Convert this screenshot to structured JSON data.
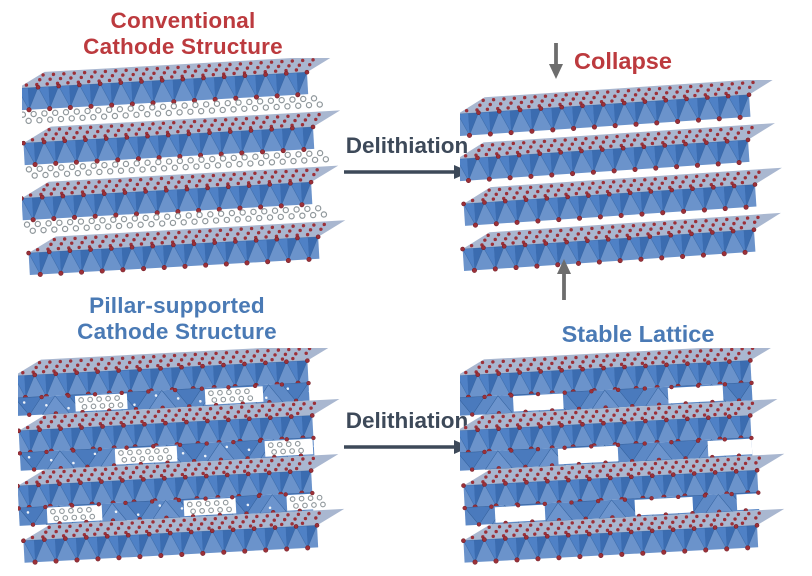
{
  "figure": {
    "top_left": {
      "title": [
        "Conventional",
        "Cathode Structure"
      ]
    },
    "top_right": {
      "label": "Collapse"
    },
    "bottom_left": {
      "title": [
        "Pillar-supported",
        "Cathode Structure"
      ]
    },
    "bottom_right": {
      "label": "Stable Lattice"
    },
    "process_top": {
      "label": "Delithiation"
    },
    "process_bottom": {
      "label": "Delithiation"
    }
  },
  "colors": {
    "red_text": "#bc3a3e",
    "blue_text": "#4a7ab5",
    "process_text": "#3d4959",
    "arrow_gray": "#6d6d6d",
    "slab_top_face": "#a9b7d0",
    "octahedron_gap": "#6b93cb",
    "octahedron_left": "#4f81c6",
    "octahedron_right": "#3b6cb0",
    "octahedron_edge": "#2f5c97",
    "pillar_base": "#5d89c6",
    "pillar_up": "#6e96ce",
    "pillar_down": "#4a7abd",
    "oxygen_red": "#9c3038",
    "oxygen_dark": "#73202a",
    "lithium_ring": "#8f979b"
  }
}
